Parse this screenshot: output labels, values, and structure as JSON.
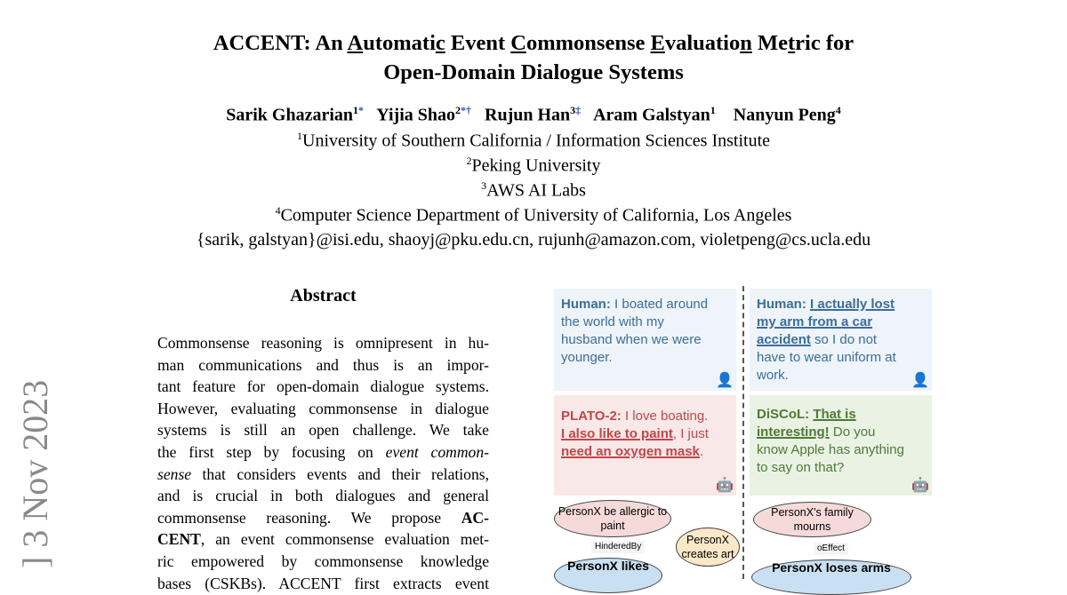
{
  "title": {
    "line1_parts": [
      "ACCENT: An ",
      "A",
      "utomati",
      "c",
      " Event ",
      "C",
      "ommonsense ",
      "E",
      "valuatio",
      "n",
      " Me",
      "t",
      "ric for"
    ],
    "line2": "Open-Domain Dialogue Systems"
  },
  "authors": [
    {
      "name": "Sarik Ghazarian",
      "sup": "1",
      "mark": "*"
    },
    {
      "name": "Yijia Shao",
      "sup": "2",
      "mark": "*†"
    },
    {
      "name": "Rujun Han",
      "sup": "3",
      "mark": "‡"
    },
    {
      "name": "Aram Galstyan",
      "sup": "1",
      "mark": ""
    },
    {
      "name": "Nanyun Peng",
      "sup": "4",
      "mark": ""
    }
  ],
  "affiliations": [
    {
      "sup": "1",
      "text": "University of Southern California / Information Sciences Institute"
    },
    {
      "sup": "2",
      "text": "Peking University"
    },
    {
      "sup": "3",
      "text": "AWS AI Labs"
    },
    {
      "sup": "4",
      "text": "Computer Science Department of University of California, Los Angeles"
    }
  ],
  "emails": "{sarik, galstyan}@isi.edu, shaoyj@pku.edu.cn, rujunh@amazon.com, violetpeng@cs.ucla.edu",
  "arxiv_stamp": "]  3 Nov 2023",
  "abstract": {
    "heading": "Abstract",
    "lines": [
      "Commonsense reasoning is omnipresent in hu-",
      "man communications and thus is an impor-",
      "tant feature for open-domain dialogue systems.",
      "However, evaluating commonsense in dialogue",
      "systems is still an open challenge.  We take",
      "the first step by focusing on event common-",
      "sense that considers events and their relations,",
      "and is crucial in both dialogues and general",
      "commonsense reasoning.  We propose AC-",
      "CENT, an event commonsense evaluation met-",
      "ric empowered by commonsense knowledge",
      "bases (CSKBs). ACCENT first extracts event"
    ]
  },
  "figure": {
    "left_human": {
      "speaker": "Human:",
      "text": " I boated around the world with my husband when we were younger."
    },
    "right_human": {
      "speaker": "Human:",
      "underlined": "I actually lost my arm from a car accident",
      "text": " so I do not have to wear uniform at work."
    },
    "plato": {
      "speaker": "PLATO-2:",
      "text1": " I love boating. ",
      "underlined1": "I also like to paint",
      "text2": ", I just ",
      "underlined2": "need an oxygen mask",
      "text3": "."
    },
    "discol": {
      "speaker": "DiSCoL:",
      "underlined": "That is interesting!",
      "text": "  Do you know Apple has anything to say on that?"
    },
    "nodes": [
      "PersonX be allergic to paint",
      "PersonX creates art",
      "PersonX likes",
      "PersonX's family mourns",
      "PersonX loses arms"
    ],
    "relations": [
      "HinderedBy",
      "oEffect"
    ],
    "colors": {
      "blue": "#3c6e98",
      "red": "#c0474a",
      "green": "#4f7a35"
    }
  }
}
